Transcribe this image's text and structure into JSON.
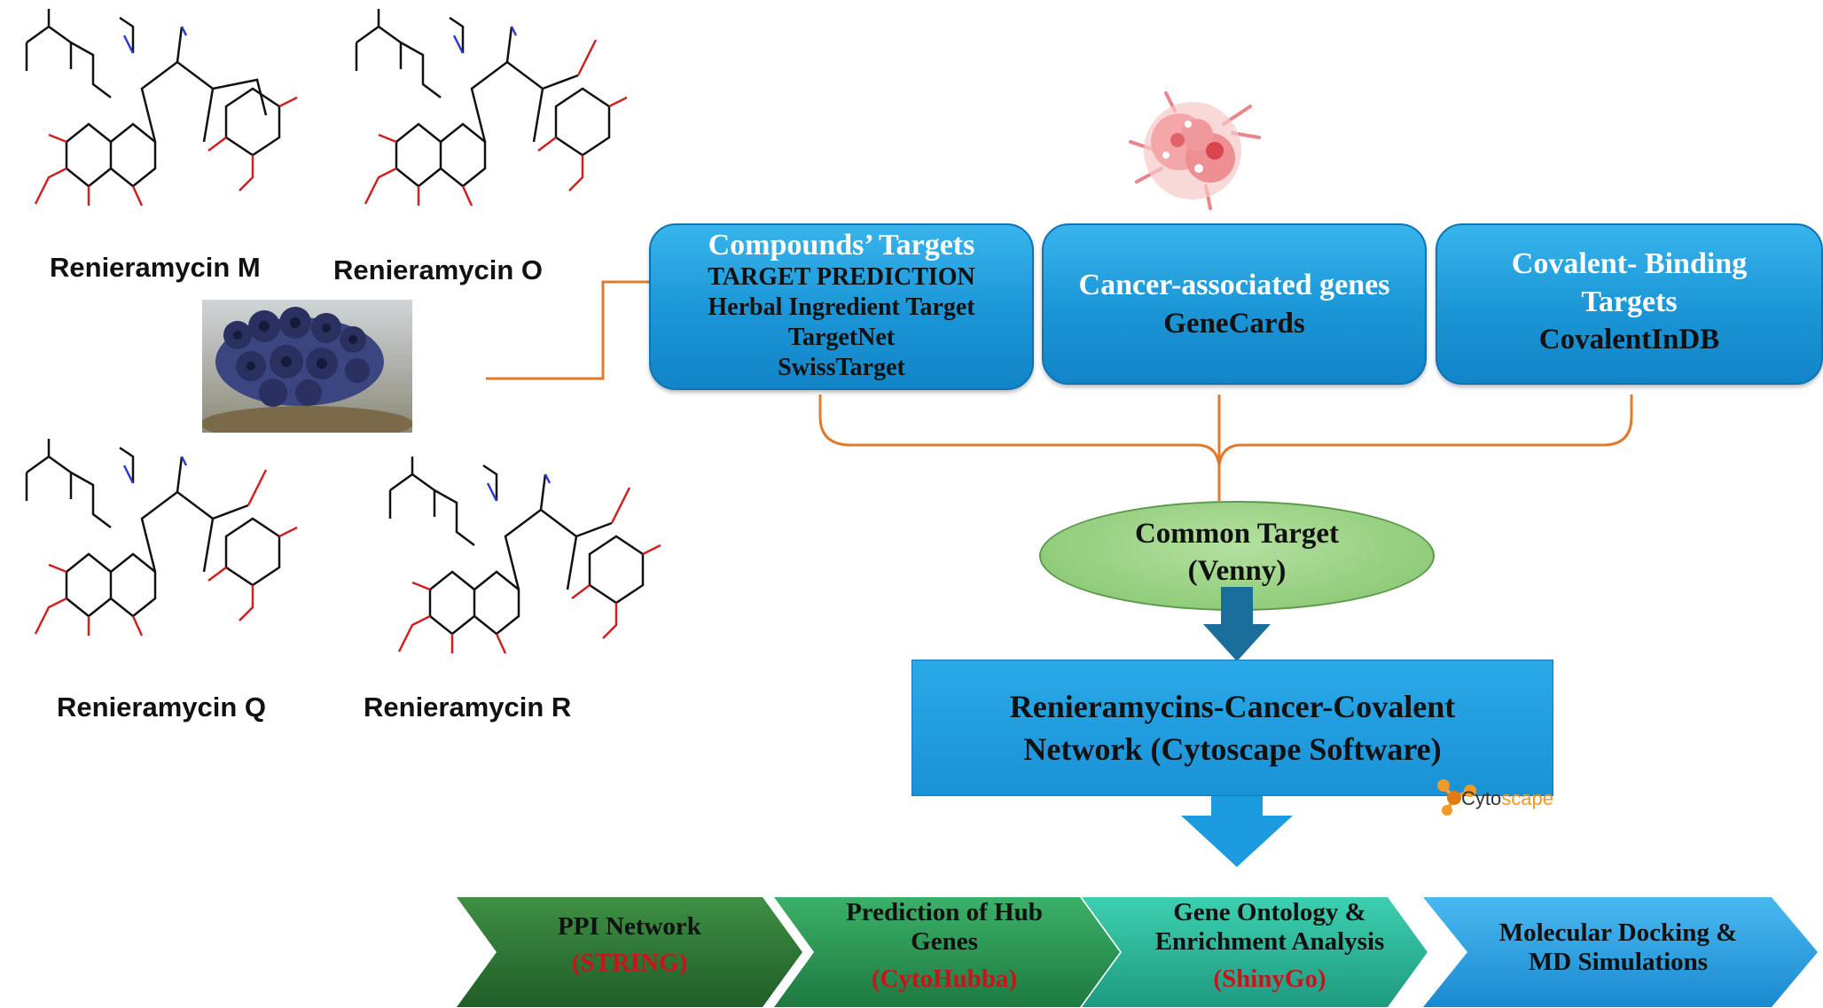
{
  "compounds": [
    {
      "name": "Renieramycin M"
    },
    {
      "name": "Renieramycin O"
    },
    {
      "name": "Renieramycin Q"
    },
    {
      "name": "Renieramycin R"
    }
  ],
  "sources": [
    {
      "title": "Compounds’ Targets",
      "items": [
        "TARGET PREDICTION",
        "Herbal Ingredient Target",
        "TargetNet",
        "SwissTarget"
      ]
    },
    {
      "title": "Cancer-associated genes",
      "items": [
        "GeneCards"
      ]
    },
    {
      "title_line1": "Covalent- Binding",
      "title_line2": "Targets",
      "items": [
        "CovalentInDB"
      ]
    }
  ],
  "common_target": {
    "line1": "Common Target",
    "line2": "(Venny)"
  },
  "network": {
    "line1": "Renieramycins-Cancer-Covalent",
    "line2": "Network (Cytoscape Software)"
  },
  "cytoscape_logo": {
    "text_a": "Cyto",
    "text_b": "scape"
  },
  "steps": [
    {
      "line1": "PPI Network",
      "line2": "",
      "tool": "(STRING)",
      "color": "#2f7a35"
    },
    {
      "line1": "Prediction of Hub",
      "line2": "Genes",
      "tool": "(CytoHubba)",
      "color": "#2d9a57"
    },
    {
      "line1": "Gene Ontology &",
      "line2": "Enrichment Analysis",
      "tool": "(ShinyGo)",
      "color": "#27b89a"
    },
    {
      "line1": "Molecular Docking &",
      "line2": "MD Simulations",
      "tool": "",
      "color": "#2a9fe0"
    }
  ],
  "colors": {
    "connector": "#e07b2e",
    "arrow": "#1a6e9c",
    "arrow_light": "#1d9be0"
  },
  "icons": [
    "cancer-cell-icon",
    "sponge-photo",
    "cytoscape-logo-icon"
  ]
}
